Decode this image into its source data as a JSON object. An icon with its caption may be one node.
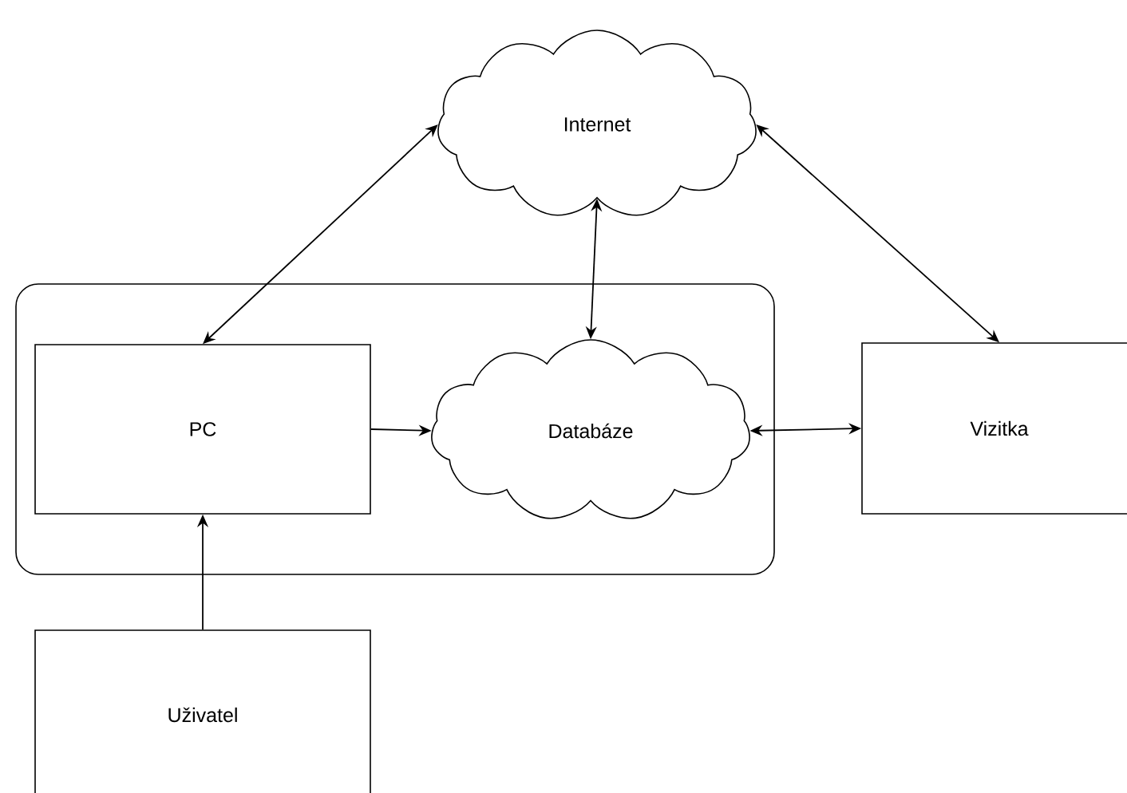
{
  "diagram": {
    "nodes": [
      {
        "text": [
          "Internet"
        ]
      },
      {
        "text": [],
        "shape": "box"
      },
      {
        "text": [
          "PC"
        ],
        "in": 1
      },
      {
        "text": [
          "Databáze"
        ],
        "in": 1
      },
      {
        "text": [
          "Vizitka"
        ]
      },
      {
        "text": [
          "Uživatel"
        ]
      }
    ],
    "edges": [
      {
        "from": 2,
        "to": 0,
        "arrow": "both"
      },
      {
        "from": 0,
        "to": 3,
        "arrow": "both"
      },
      {
        "from": 0,
        "to": 4,
        "arrow": "both"
      },
      {
        "from": 2,
        "to": 3,
        "arrow": "to"
      },
      {
        "from": 3,
        "to": 4,
        "arrow": "both"
      },
      {
        "from": 5,
        "to": 2,
        "arrow": "to"
      }
    ]
  }
}
